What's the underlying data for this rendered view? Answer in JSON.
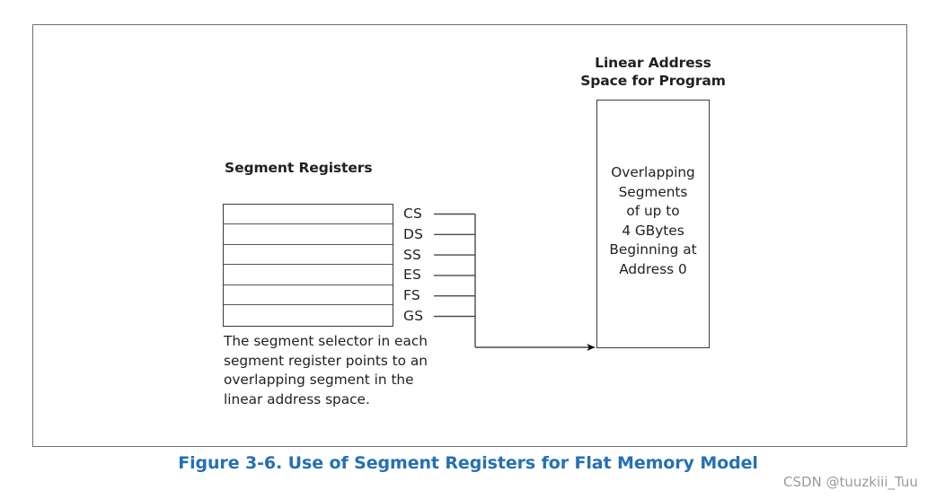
{
  "figure": {
    "frame_border_color": "#6e6e6e",
    "caption": "Figure 3-6.  Use of Segment Registers for Flat Memory Model",
    "caption_color": "#2470b5"
  },
  "segment_registers": {
    "heading": "Segment Registers",
    "registers": [
      {
        "name": "CS"
      },
      {
        "name": "DS"
      },
      {
        "name": "SS"
      },
      {
        "name": "ES"
      },
      {
        "name": "FS"
      },
      {
        "name": "GS"
      }
    ],
    "description": "The segment selector in each segment register points to an overlapping segment in the linear address space."
  },
  "linear_address_space": {
    "title_line_1": "Linear Address",
    "title_line_2": "Space for Program",
    "body_lines": [
      "Overlapping",
      "Segments",
      "of up to",
      "4 GBytes",
      "Beginning at",
      "Address 0"
    ]
  },
  "watermark": {
    "text": "CSDN @tuuzkiii_Tuu"
  }
}
